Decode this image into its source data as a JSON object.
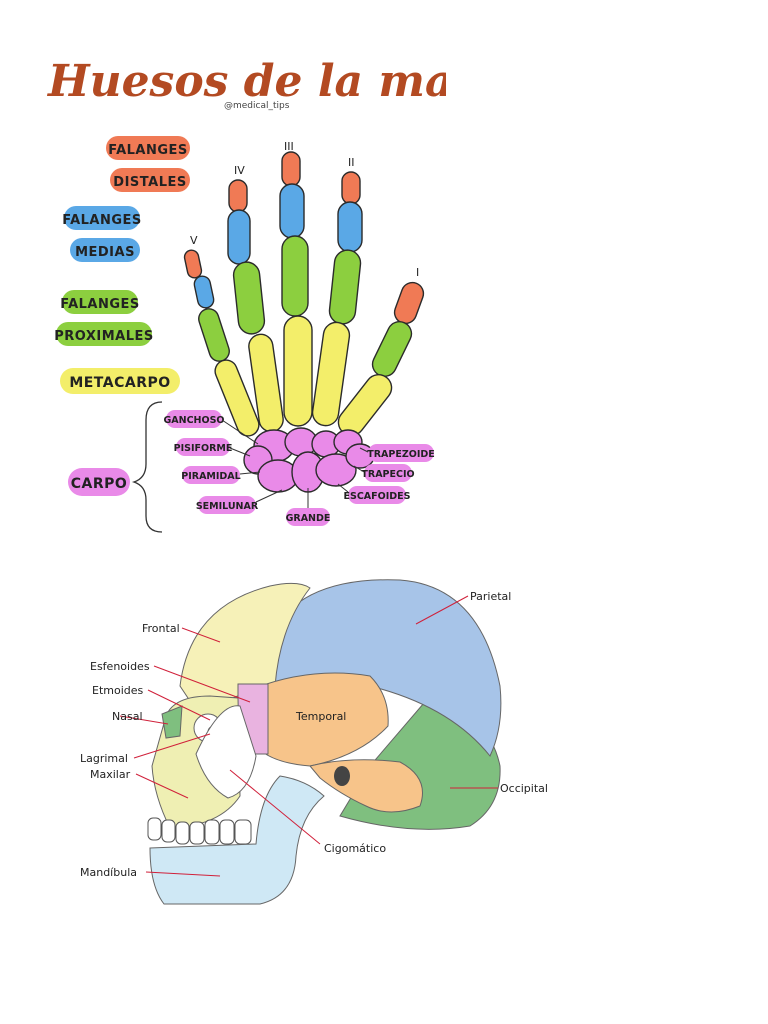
{
  "hand": {
    "title": "Huesos de la mano",
    "credit": "@medical_tips",
    "legend": {
      "falanges": "FALANGES",
      "distales": "DISTALES",
      "medias": "MEDIAS",
      "proximales": "PROXIMALES",
      "metacarpo": "METACARPO",
      "carpo": "CARPO"
    },
    "finger_numerals": [
      "V",
      "IV",
      "III",
      "II",
      "I"
    ],
    "carpal_bones": {
      "ganchoso": "GANCHOSO",
      "pisiforme": "PISIFORME",
      "piramidal": "PIRAMIDAL",
      "semilunar": "SEMILUNAR",
      "grande": "GRANDE",
      "trapezoide": "TRAPEZOIDE",
      "trapecio": "TRAPECIO",
      "escafoides": "ESCAFOIDES"
    },
    "colors": {
      "distal": "#f07a55",
      "media": "#5aa8e6",
      "proximal": "#8ccf3f",
      "metacarpo": "#f3ee6a",
      "carpo": "#e98ae8",
      "title": "#b34a22"
    }
  },
  "skull": {
    "labels": {
      "frontal": "Frontal",
      "esfenoides": "Esfenoides",
      "etmoides": "Etmoides",
      "nasal": "Nasal",
      "lagrimal": "Lagrimal",
      "maxilar": "Maxilar",
      "mandibula": "Mandíbula",
      "parietal": "Parietal",
      "temporal": "Temporal",
      "occipital": "Occipital",
      "cigomatico": "Cigomático"
    },
    "colors": {
      "frontal": "#f6f1b8",
      "parietal": "#a7c4e8",
      "temporal": "#f7c48a",
      "occipital": "#7fbf7f",
      "sphenoid": "#e9b3e0",
      "maxilla": "#efefb3",
      "mandible": "#cfe8f5",
      "zygomatic": "#ffffff",
      "leader": "#d0203a"
    }
  }
}
